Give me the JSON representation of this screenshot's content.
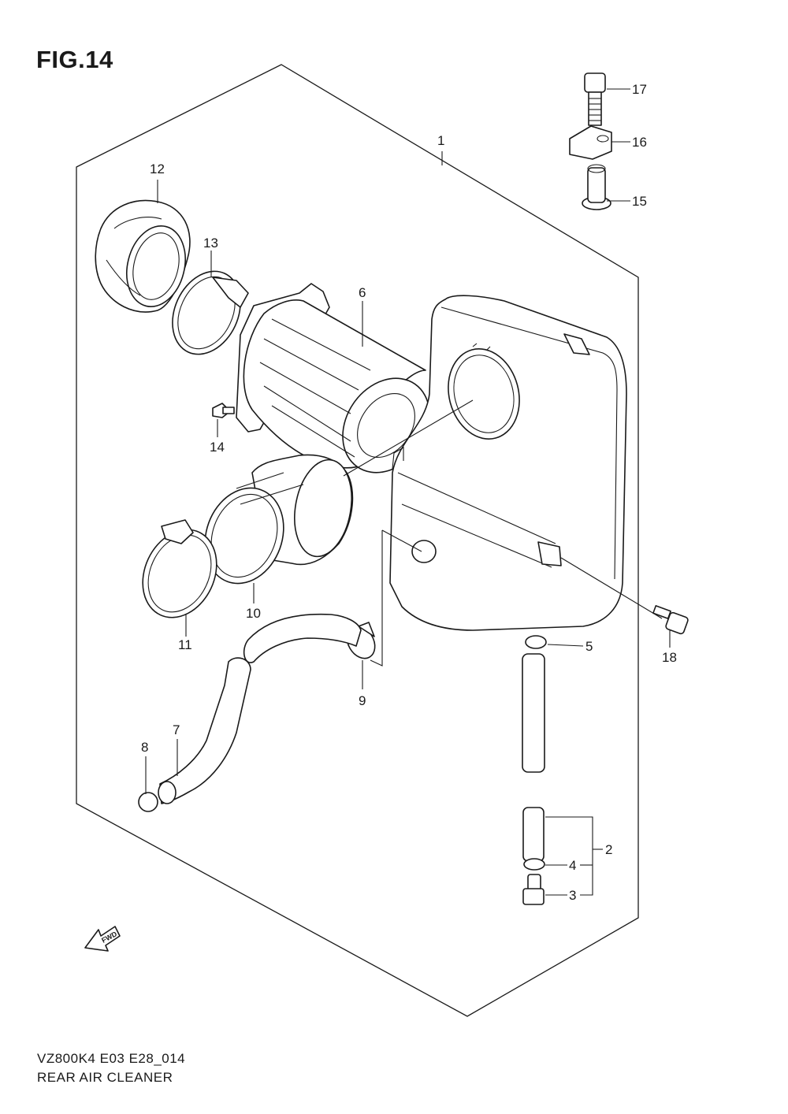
{
  "figure_title": "FIG.14",
  "footer": {
    "model_code": "VZ800K4 E03 E28_014",
    "section_name": "REAR AIR CLEANER"
  },
  "fwd_label": "FWD",
  "callouts": [
    "1",
    "2",
    "3",
    "4",
    "5",
    "6",
    "7",
    "8",
    "9",
    "10",
    "11",
    "12",
    "13",
    "14",
    "15",
    "16",
    "17",
    "18"
  ]
}
